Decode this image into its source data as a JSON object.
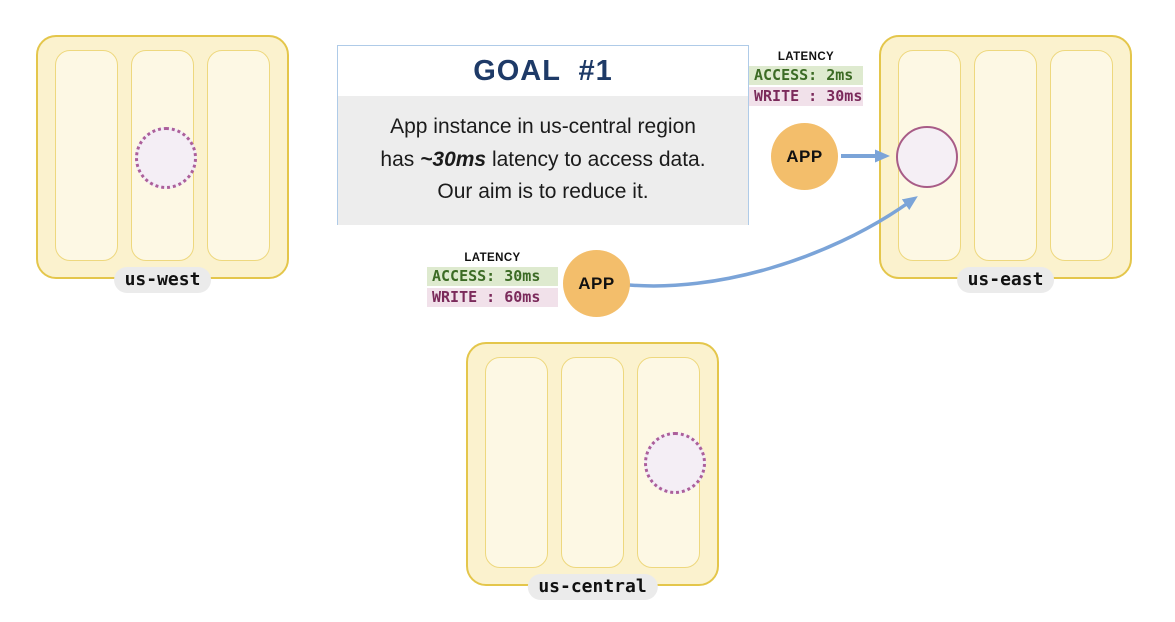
{
  "goal": {
    "header": "GOAL  #1",
    "line1": "App instance in us-central region",
    "line2a": "has ",
    "line2b": "~30ms",
    "line2c": " latency to access data.",
    "line3": "Our aim is to reduce it."
  },
  "regions": {
    "us_west": {
      "label": "us-west"
    },
    "us_east": {
      "label": "us-east"
    },
    "us_central": {
      "label": "us-central"
    }
  },
  "apps": {
    "east": {
      "label": "APP"
    },
    "central": {
      "label": "APP"
    }
  },
  "latency_east": {
    "title": "LATENCY",
    "access": "ACCESS: 2ms",
    "write": "WRITE : 30ms"
  },
  "latency_central": {
    "title": "LATENCY",
    "access": "ACCESS: 30ms",
    "write": "WRITE : 60ms"
  },
  "colors": {
    "arrow_blue": "#7BA4D8",
    "region_fill": "#FBF2CE",
    "region_border": "#E4C64B",
    "zone_fill": "#FDF8E4",
    "zone_border": "#EED87E",
    "app_fill": "#F3BE6B",
    "db_fill": "#F4EEF5",
    "db_border": "#A85C87",
    "access_bg": "#DEEACF",
    "access_text": "#3C6B25",
    "write_bg": "#F1E1EA",
    "write_text": "#7B2A5B",
    "goal_border": "#AFCBE8",
    "goal_body_bg": "#EDEDED",
    "goal_title_color": "#1E3A67",
    "pill_bg": "#EBEBEB"
  }
}
